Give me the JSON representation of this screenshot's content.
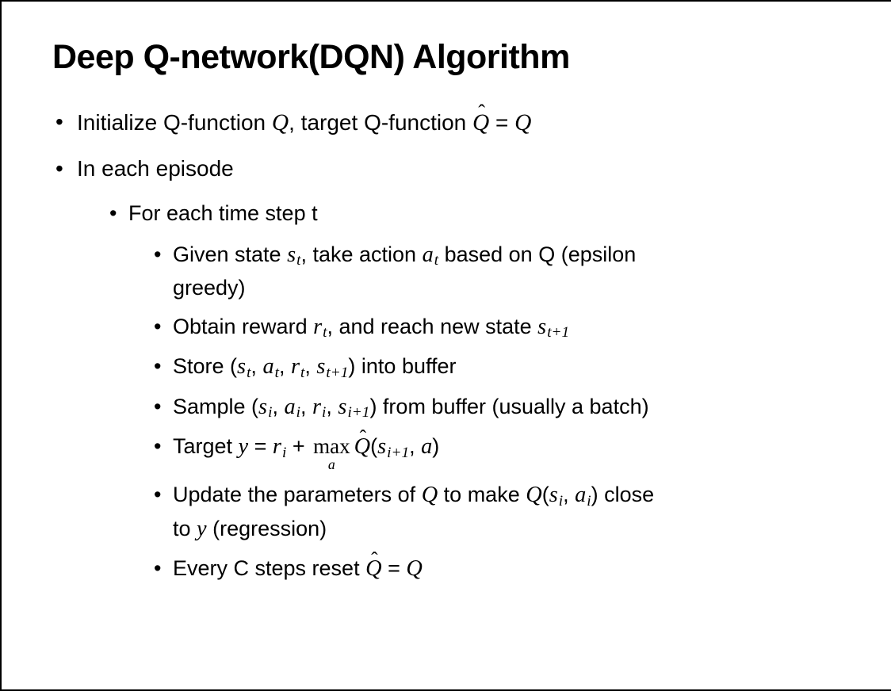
{
  "colors": {
    "text": "#000000",
    "background": "#ffffff",
    "border": "#000000"
  },
  "slide": {
    "title": "Deep Q-network(DQN) Algorithm",
    "bullet_marker": "•",
    "bullets": [
      {
        "level": 1,
        "parts": [
          {
            "t": "Initialize Q-function "
          },
          {
            "m": "Q"
          },
          {
            "t": ", target Q-function "
          },
          {
            "m": "Q",
            "hat": true
          },
          {
            "t": " = "
          },
          {
            "m": "Q"
          }
        ]
      },
      {
        "level": 1,
        "parts": [
          {
            "t": "In each episode"
          }
        ]
      },
      {
        "level": 2,
        "parts": [
          {
            "t": "For each time step t"
          }
        ]
      },
      {
        "level": 3,
        "parts": [
          {
            "t": "Given state "
          },
          {
            "m": "s",
            "sub": "t"
          },
          {
            "t": ", take action "
          },
          {
            "m": "a",
            "sub": "t"
          },
          {
            "t": " based on Q (epsilon"
          },
          {
            "br": true
          },
          {
            "t": "greedy)"
          }
        ]
      },
      {
        "level": 3,
        "parts": [
          {
            "t": "Obtain reward "
          },
          {
            "m": "r",
            "sub": "t"
          },
          {
            "t": ", and reach new state "
          },
          {
            "m": "s",
            "sub": "t+1"
          }
        ]
      },
      {
        "level": 3,
        "parts": [
          {
            "t": "Store ("
          },
          {
            "m": "s",
            "sub": "t"
          },
          {
            "t": ", "
          },
          {
            "m": "a",
            "sub": "t"
          },
          {
            "t": ", "
          },
          {
            "m": "r",
            "sub": "t"
          },
          {
            "t": ", "
          },
          {
            "m": "s",
            "sub": "t+1"
          },
          {
            "t": ") into buffer"
          }
        ]
      },
      {
        "level": 3,
        "parts": [
          {
            "t": "Sample ("
          },
          {
            "m": "s",
            "sub": "i"
          },
          {
            "t": ", "
          },
          {
            "m": "a",
            "sub": "i"
          },
          {
            "t": ", "
          },
          {
            "m": "r",
            "sub": "i"
          },
          {
            "t": ", "
          },
          {
            "m": "s",
            "sub": "i+1"
          },
          {
            "t": ") from buffer (usually a batch)"
          }
        ]
      },
      {
        "level": 3,
        "parts": [
          {
            "t": "Target "
          },
          {
            "m": "y"
          },
          {
            "t": " = "
          },
          {
            "m": "r",
            "sub": "i"
          },
          {
            "t": " + "
          },
          {
            "max": {
              "op": "max",
              "under": "a"
            }
          },
          {
            "m": "Q",
            "hat": true
          },
          {
            "t": "("
          },
          {
            "m": "s",
            "sub": "i+1"
          },
          {
            "t": ", "
          },
          {
            "m": "a"
          },
          {
            "t": ")"
          }
        ]
      },
      {
        "level": 3,
        "parts": [
          {
            "t": "Update the parameters of "
          },
          {
            "m": "Q"
          },
          {
            "t": " to make "
          },
          {
            "m": "Q"
          },
          {
            "t": "("
          },
          {
            "m": "s",
            "sub": "i"
          },
          {
            "t": ", "
          },
          {
            "m": "a",
            "sub": "i"
          },
          {
            "t": ") close"
          },
          {
            "br": true
          },
          {
            "t": "to "
          },
          {
            "m": "y"
          },
          {
            "t": " (regression)"
          }
        ]
      },
      {
        "level": 3,
        "parts": [
          {
            "t": "Every C steps reset "
          },
          {
            "m": "Q",
            "hat": true
          },
          {
            "t": " = "
          },
          {
            "m": "Q"
          }
        ]
      }
    ]
  }
}
